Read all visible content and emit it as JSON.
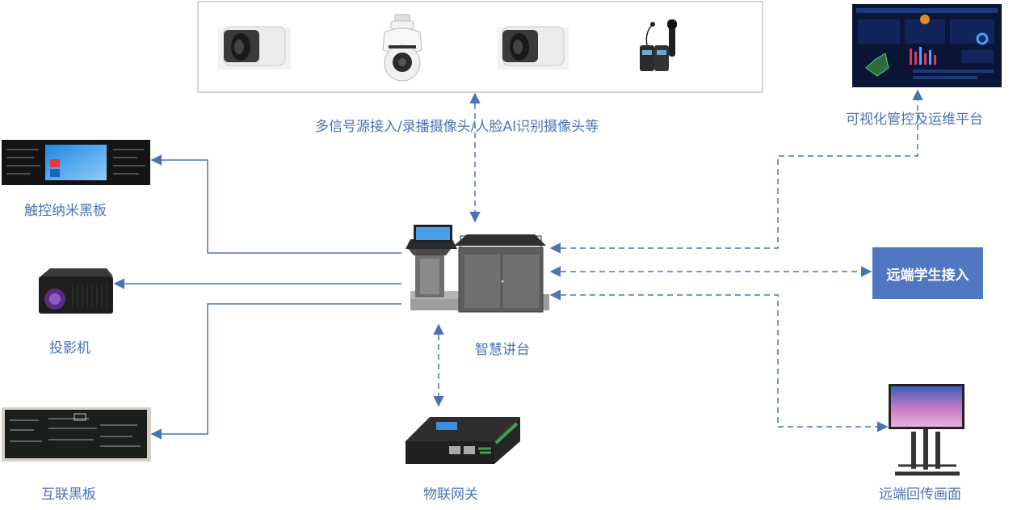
{
  "labels": {
    "signal_sources": "多信号源接入/录播摄像头/人脸AI识别摄像头等",
    "visual_platform": "可视化管控及运维平台",
    "touch_board": "触控纳米黑板",
    "projector": "投影机",
    "smart_podium": "智慧讲台",
    "interactive_board": "互联黑板",
    "iot_gateway": "物联网关",
    "remote_student": "远端学生接入",
    "remote_display": "远端回传画面"
  },
  "colors": {
    "line": "#4a73b5",
    "remote_box": "#4f77c2",
    "label_text": "#4a73b5"
  },
  "icons": {
    "camera_left": "bullet-camera-icon",
    "camera_dome": "ptz-dome-camera-icon",
    "camera_right": "bullet-camera-icon",
    "microphone": "wireless-microphone-icon",
    "dashboard": "dashboard-screen-icon",
    "blackboard": "touch-blackboard-icon",
    "projector": "projector-icon",
    "podium": "smart-podium-icon",
    "interactive_board": "interactive-blackboard-icon",
    "gateway": "iot-gateway-icon",
    "tv_stand": "display-stand-icon"
  }
}
